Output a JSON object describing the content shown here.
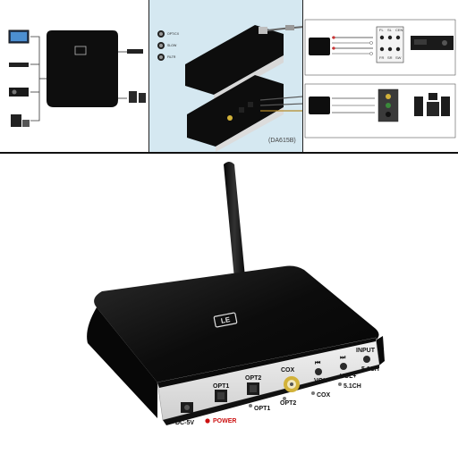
{
  "diagram2": {
    "model_caption": "(DA615B)",
    "button_labels": [
      "OPT/CX",
      "SLOW",
      "FILTR"
    ]
  },
  "diagram3": {
    "speaker_terminals": [
      "FL",
      "SL",
      "CEN",
      "FR",
      "SR",
      "SW"
    ]
  },
  "device": {
    "logo": "LE",
    "labels": {
      "dc": "DC-5V",
      "power": "POWER",
      "opt1_top": "OPT1",
      "opt1_bottom": "OPT1",
      "opt2_top": "OPT2",
      "opt2_bottom": "OPT2",
      "cox_top": "COX",
      "cox_bottom": "COX",
      "vol_minus": "VOL-",
      "vol_plus": "VOL+",
      "ch51": "5.1CH",
      "input": "INPUT",
      "input_51": "5.1CH",
      "prev": "⏮",
      "next": "⏭"
    }
  },
  "colors": {
    "panel_blue": "#d5e8f1",
    "device_black": "#0c0c0c",
    "front_panel": "#e6e6e6",
    "power_led": "#cc1111",
    "coax_gold": "#d2b23a"
  }
}
